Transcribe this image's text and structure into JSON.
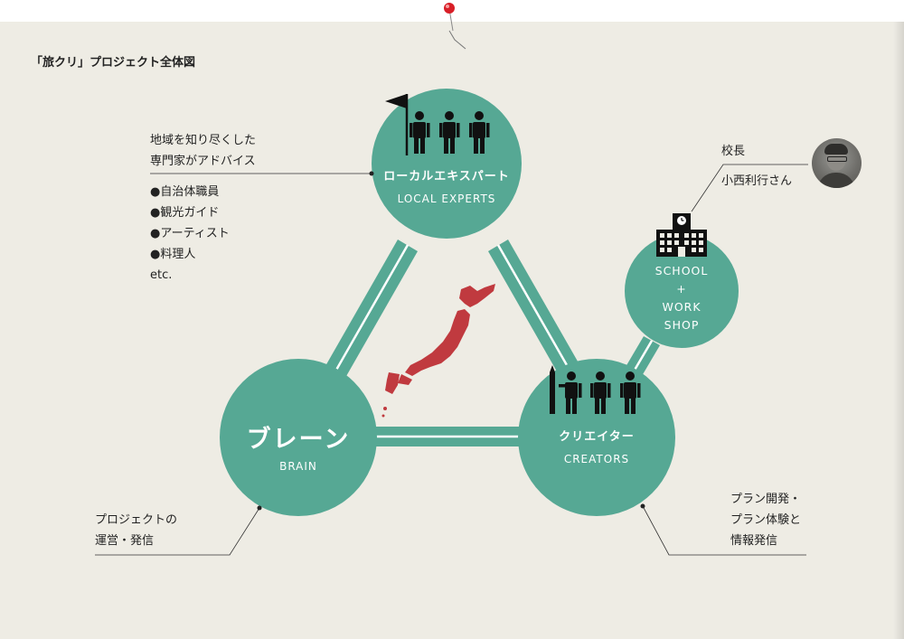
{
  "title": "「旅クリ」プロジェクト全体図",
  "nodes": {
    "local": {
      "jp": "ローカルエキスパート",
      "en": "LOCAL EXPERTS"
    },
    "brain": {
      "jp": "ブレーン",
      "en": "BRAIN"
    },
    "creators": {
      "jp": "クリエイター",
      "en": "CREATORS"
    },
    "school": {
      "line1": "SCHOOL",
      "line2": "+",
      "line3": "WORK",
      "line4": "SHOP"
    }
  },
  "notes": {
    "local": {
      "line1": "地域を知り尽くした",
      "line2": "専門家がアドバイス",
      "items": [
        "●自治体職員",
        "●観光ガイド",
        "●アーティスト",
        "●料理人",
        "etc."
      ]
    },
    "brain": {
      "line1": "プロジェクトの",
      "line2": "運営・発信"
    },
    "creators": {
      "line1": "プラン開発・",
      "line2": "プラン体験と",
      "line3": "情報発信"
    },
    "principal": {
      "role": "校長",
      "name": "小西利行さん"
    }
  },
  "colors": {
    "teal": "#56a894",
    "map_red": "#c03a3f",
    "background": "#eeece4",
    "pin": "#d81e27"
  },
  "icons": [
    "flag-icon",
    "pencil-icon",
    "person-icon",
    "school-building-icon",
    "japan-map-icon",
    "pin-icon"
  ]
}
